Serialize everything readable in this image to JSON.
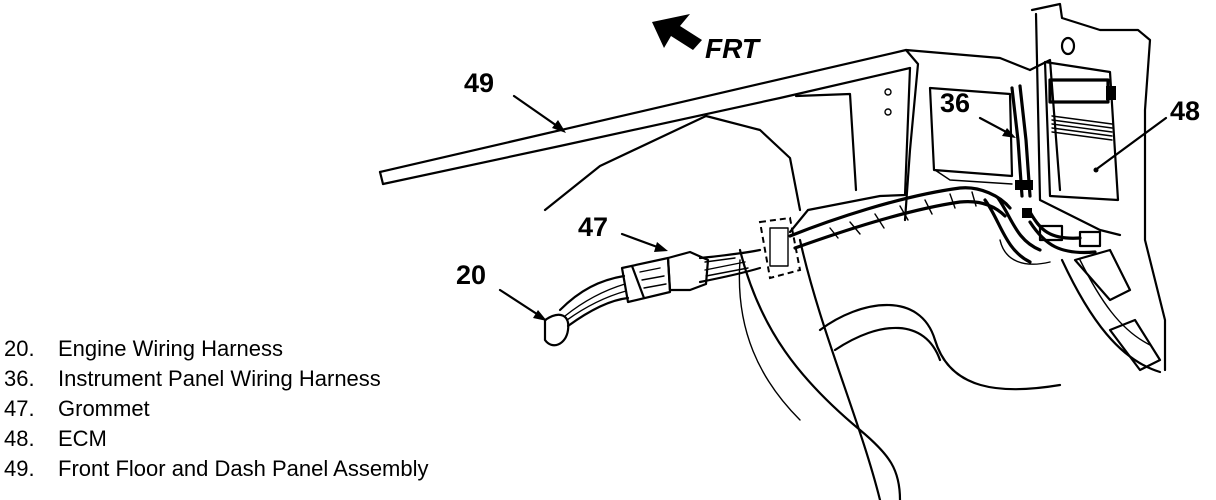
{
  "direction_label": "FRT",
  "callouts": {
    "engine_harness": "20",
    "ip_harness": "36",
    "grommet": "47",
    "ecm": "48",
    "dash_panel": "49"
  },
  "legend": [
    {
      "num": "20.",
      "label": "Engine Wiring Harness"
    },
    {
      "num": "36.",
      "label": "Instrument Panel Wiring Harness"
    },
    {
      "num": "47.",
      "label": "Grommet"
    },
    {
      "num": "48.",
      "label": "ECM"
    },
    {
      "num": "49.",
      "label": "Front Floor and Dash Panel Assembly"
    }
  ],
  "icons": {
    "direction_arrow": "arrow-up-left-icon"
  }
}
